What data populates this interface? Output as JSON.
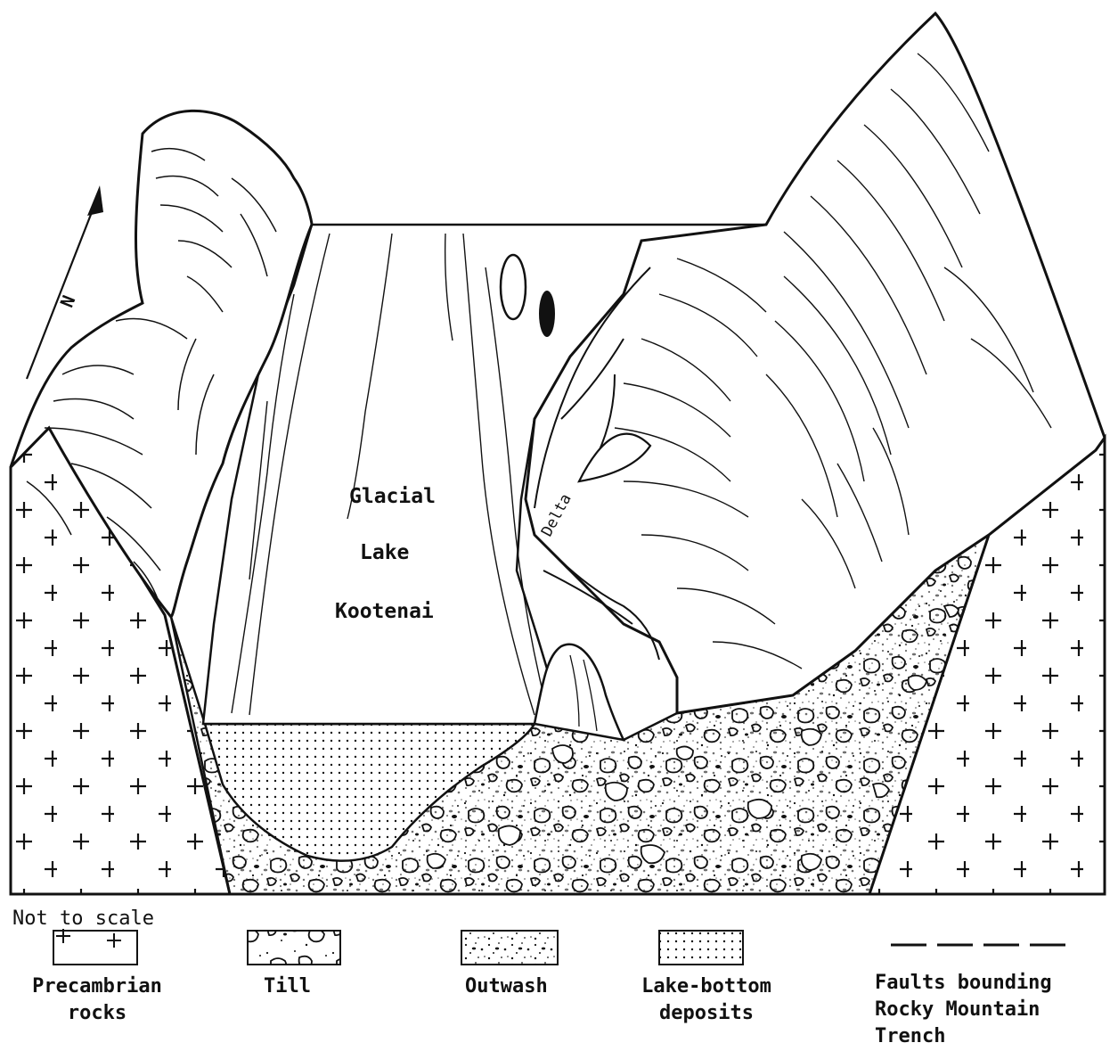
{
  "diagram": {
    "north_label": "N",
    "lake_label_line1": "Glacial",
    "lake_label_line2": "Lake",
    "lake_label_line3": "Kootenai",
    "delta_label": "Delta",
    "scale_note": "Not to scale"
  },
  "legend": [
    {
      "id": "precambrian",
      "label_line1": "Precambrian",
      "label_line2": "rocks",
      "label_line3": ""
    },
    {
      "id": "till",
      "label_line1": "Till",
      "label_line2": "",
      "label_line3": ""
    },
    {
      "id": "outwash",
      "label_line1": "Outwash",
      "label_line2": "",
      "label_line3": ""
    },
    {
      "id": "lake-bottom",
      "label_line1": "Lake-bottom",
      "label_line2": "deposits",
      "label_line3": ""
    },
    {
      "id": "faults",
      "label_line1": "Faults bounding",
      "label_line2": "Rocky Mountain",
      "label_line3": "Trench"
    }
  ],
  "colors": {
    "ink": "#111111",
    "paper": "#ffffff"
  }
}
